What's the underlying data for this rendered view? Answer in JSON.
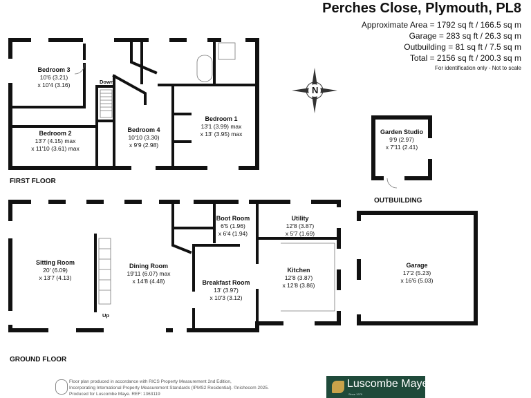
{
  "header": {
    "title": "Perches Close, Plymouth, PL8",
    "areas": [
      "Approximate Area = 1792 sq ft / 166.5 sq m",
      "Garage = 283 sq ft / 26.3 sq m",
      "Outbuilding = 81 sq ft / 7.5 sq m",
      "Total = 2156 sq ft / 200.3 sq m"
    ],
    "note": "For identification only - Not to scale"
  },
  "compass": {
    "label": "N"
  },
  "first_floor": {
    "label": "FIRST FLOOR",
    "stairs_label": "Down",
    "rooms": [
      {
        "name": "Bedroom 3",
        "dim1": "10'6 (3.21)",
        "dim2": "x 10'4 (3.16)"
      },
      {
        "name": "Bedroom 2",
        "dim1": "13'7 (4.15) max",
        "dim2": "x 11'10 (3.61) max"
      },
      {
        "name": "Bedroom 4",
        "dim1": "10'10 (3.30)",
        "dim2": "x 9'9 (2.98)"
      },
      {
        "name": "Bedroom 1",
        "dim1": "13'1 (3.99) max",
        "dim2": "x 13' (3.95) max"
      }
    ]
  },
  "ground_floor": {
    "label": "GROUND FLOOR",
    "stairs_label": "Up",
    "rooms": [
      {
        "name": "Sitting Room",
        "dim1": "20' (6.09)",
        "dim2": "x 13'7 (4.13)"
      },
      {
        "name": "Dining Room",
        "dim1": "19'11 (6.07) max",
        "dim2": "x 14'8 (4.48)"
      },
      {
        "name": "Breakfast Room",
        "dim1": "13' (3.97)",
        "dim2": "x 10'3 (3.12)"
      },
      {
        "name": "Boot Room",
        "dim1": "6'5 (1.96)",
        "dim2": "x 6'4 (1.94)"
      },
      {
        "name": "Utility",
        "dim1": "12'8 (3.87)",
        "dim2": "x 5'7 (1.69)"
      },
      {
        "name": "Kitchen",
        "dim1": "12'8 (3.87)",
        "dim2": "x 12'8 (3.86)"
      },
      {
        "name": "Garage",
        "dim1": "17'2 (5.23)",
        "dim2": "x 16'6 (5.03)"
      }
    ]
  },
  "outbuilding": {
    "label": "OUTBUILDING",
    "room": {
      "name": "Garden Studio",
      "dim1": "9'9 (2.97)",
      "dim2": "x 7'11 (2.41)"
    }
  },
  "footer": {
    "lines": [
      "Floor plan produced in accordance with RICS Property Measurement 2nd Edition,",
      "Incorporating International Property Measurement Standards (IPMS2 Residential).   ©nichecom 2025.",
      "Produced for Luscombe Maye.   REF: 1363119"
    ]
  },
  "logo": {
    "name": "Luscombe Maye",
    "since": "Since 1979",
    "color": "#1f4a3a"
  }
}
